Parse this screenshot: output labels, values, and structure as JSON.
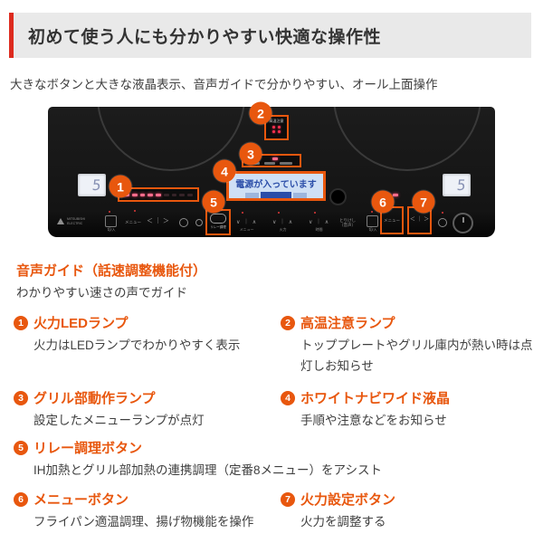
{
  "colors": {
    "accent_orange": "#e8570e",
    "header_red": "#dd2b1f",
    "header_bg": "#e9e9e9",
    "panel_black": "#141414",
    "lcd_bg": "#cfe0f5",
    "lcd_text": "#2a4da8",
    "led_pink": "#ff6d8d"
  },
  "header": {
    "title": "初めて使う人にも分かりやすい快適な操作性"
  },
  "intro": {
    "text": "大きなボタンと大きな液晶表示、音声ガイドで分かりやすい、オール上面操作"
  },
  "panel": {
    "callouts": [
      "1",
      "2",
      "3",
      "4",
      "5",
      "6",
      "7"
    ],
    "left_display": "5",
    "right_display": "5",
    "lcd_message": "電源が入っています",
    "high_temp_label": "高温注意",
    "brand_line1": "MITSUBISHI",
    "brand_line2": "ELECTRIC",
    "controls": {
      "onoff": "切/入",
      "menu": "メニュー",
      "power_level": "火力",
      "time": "時間",
      "relay": "リレー調理",
      "cancel": "とりけし",
      "voice": "（音声）",
      "arrows": "＜ ｜ ＞",
      "updown": "∨ ｜ ∧"
    }
  },
  "voice_guide": {
    "title": "音声ガイド（話速調整機能付）",
    "desc": "わかりやすい速さの声でガイド"
  },
  "features": [
    {
      "num": "1",
      "title": "火力LEDランプ",
      "desc": "火力はLEDランプでわかりやすく表示"
    },
    {
      "num": "2",
      "title": "高温注意ランプ",
      "desc": "トッププレートやグリル庫内が熱い時は点灯しお知らせ"
    },
    {
      "num": "3",
      "title": "グリル部動作ランプ",
      "desc": "設定したメニューランプが点灯"
    },
    {
      "num": "4",
      "title": "ホワイトナビワイド液晶",
      "desc": "手順や注意などをお知らせ"
    },
    {
      "num": "5",
      "title": "リレー調理ボタン",
      "desc": "IH加熱とグリル部加熱の連携調理（定番8メニュー）をアシスト"
    },
    {
      "num": "6",
      "title": "メニューボタン",
      "desc": "フライパン適温調理、揚げ物機能を操作"
    },
    {
      "num": "7",
      "title": "火力設定ボタン",
      "desc": "火力を調整する"
    }
  ]
}
